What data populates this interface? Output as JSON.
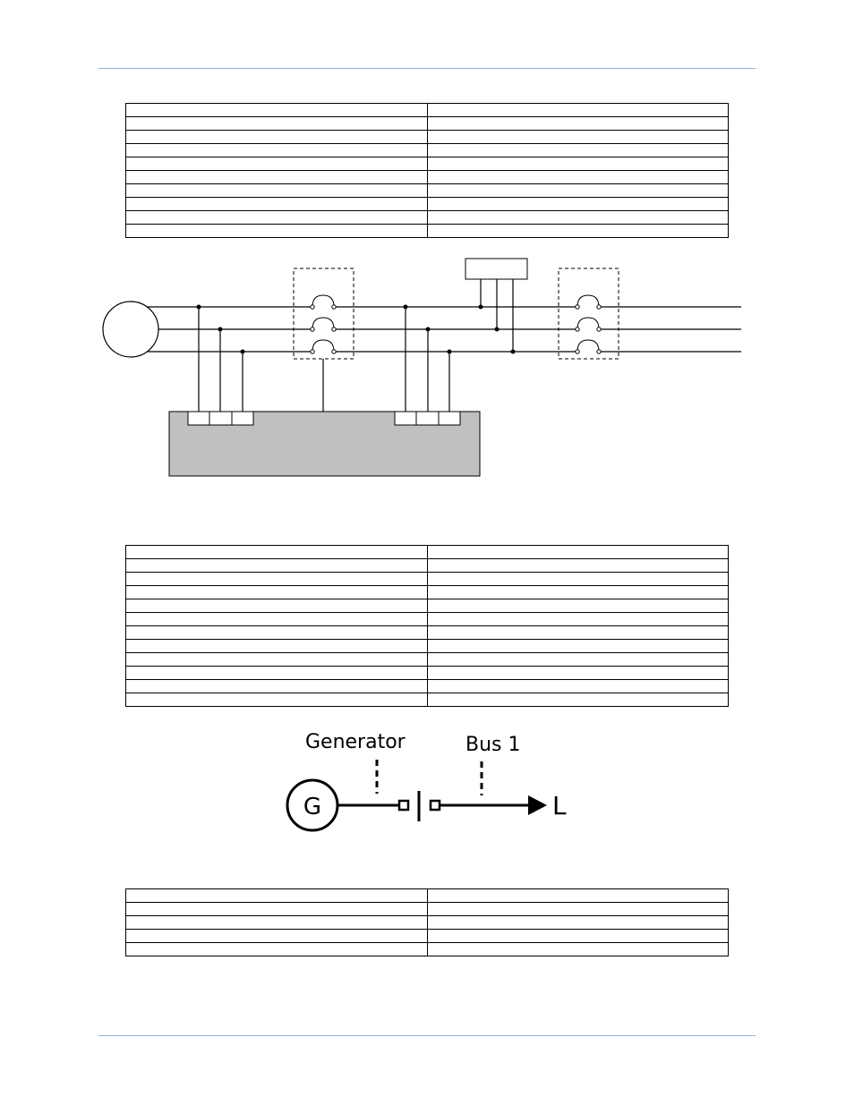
{
  "page": {
    "accent_color": "#8db3e2",
    "line_color": "#000000",
    "relay_fill": "#c0c0c0"
  },
  "tables": {
    "table1": {
      "rows": [
        [
          "",
          ""
        ],
        [
          "",
          ""
        ],
        [
          "",
          ""
        ],
        [
          "",
          ""
        ],
        [
          "",
          ""
        ],
        [
          "",
          ""
        ],
        [
          "",
          ""
        ],
        [
          "",
          ""
        ],
        [
          "",
          ""
        ],
        [
          "",
          ""
        ]
      ]
    },
    "table2": {
      "rows": [
        [
          "",
          ""
        ],
        [
          "",
          ""
        ],
        [
          "",
          ""
        ],
        [
          "",
          ""
        ],
        [
          "",
          ""
        ],
        [
          "",
          ""
        ],
        [
          "",
          ""
        ],
        [
          "",
          ""
        ],
        [
          "",
          ""
        ],
        [
          "",
          ""
        ],
        [
          "",
          ""
        ],
        [
          "",
          ""
        ]
      ]
    },
    "table3": {
      "rows": [
        [
          "",
          ""
        ],
        [
          "",
          ""
        ],
        [
          "",
          ""
        ],
        [
          "",
          ""
        ],
        [
          "",
          ""
        ]
      ]
    }
  },
  "oneline": {
    "generator_label": "Generator",
    "bus_label": "Bus 1",
    "generator_symbol": "G",
    "load_symbol": "L"
  }
}
